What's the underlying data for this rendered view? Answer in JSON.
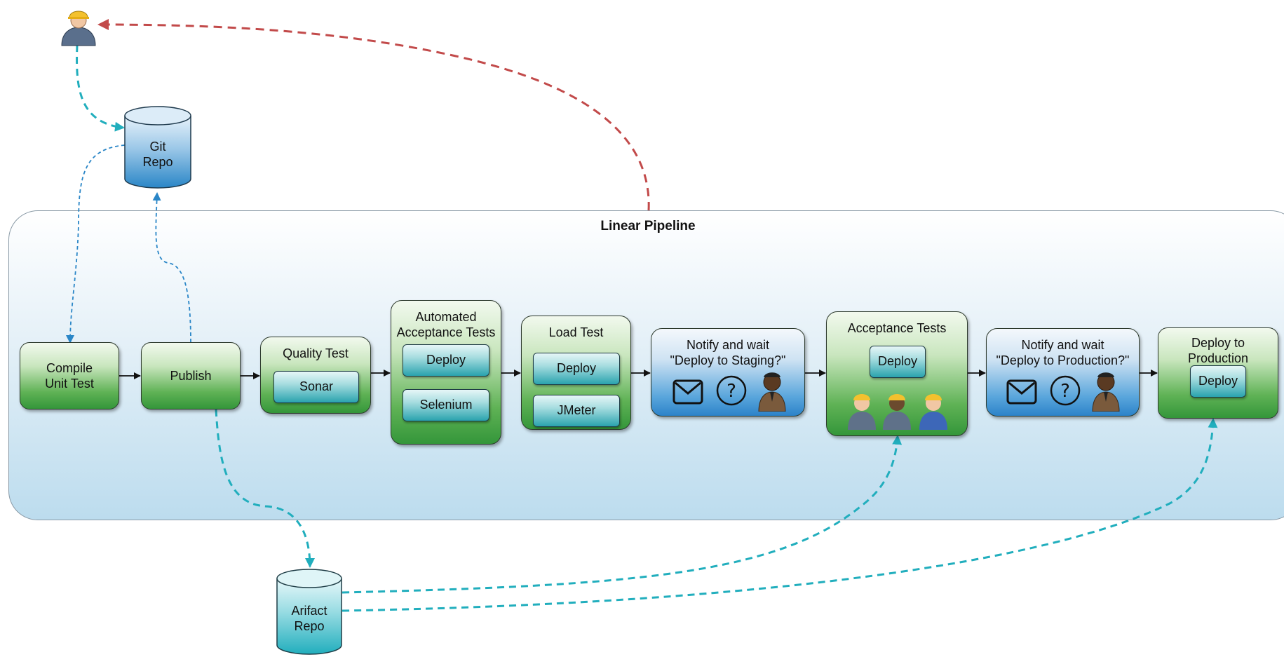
{
  "pipeline": {
    "title": "Linear Pipeline"
  },
  "repos": {
    "git": {
      "line1": "Git",
      "line2": "Repo"
    },
    "artifact": {
      "line1": "Arifact",
      "line2": "Repo"
    }
  },
  "stages": {
    "compile": {
      "line1": "Compile",
      "line2": "Unit Test"
    },
    "publish": {
      "label": "Publish"
    },
    "quality": {
      "title": "Quality Test",
      "buttons": [
        "Sonar"
      ]
    },
    "automated": {
      "line1": "Automated",
      "line2": "Acceptance Tests",
      "buttons": [
        "Deploy",
        "Selenium"
      ]
    },
    "load": {
      "title": "Load Test",
      "buttons": [
        "Deploy",
        "JMeter"
      ]
    },
    "notify_staging": {
      "line1": "Notify and wait",
      "line2": "\"Deploy to Staging?\""
    },
    "acceptance": {
      "title": "Acceptance Tests",
      "buttons": [
        "Deploy"
      ]
    },
    "notify_production": {
      "line1": "Notify and wait",
      "line2": "\"Deploy to Production?\""
    },
    "deploy_prod": {
      "line1": "Deploy to",
      "line2": "Production",
      "buttons": [
        "Deploy"
      ]
    }
  },
  "icons": {
    "developer": "developer-icon",
    "mail": "envelope-icon",
    "question": "question-icon",
    "approver": "security-guard-icon",
    "testers": "tester-group-icon"
  },
  "colors": {
    "stage_green": "#4caf50",
    "notify_blue": "#2c83c9",
    "repo_git_blue": "#2a86c7",
    "repo_artifact_teal": "#21aebd",
    "flow_dashed_teal": "#21aebd",
    "flow_dashed_blue": "#2a86c7",
    "feedback_dashed_red": "#c24a4a"
  }
}
